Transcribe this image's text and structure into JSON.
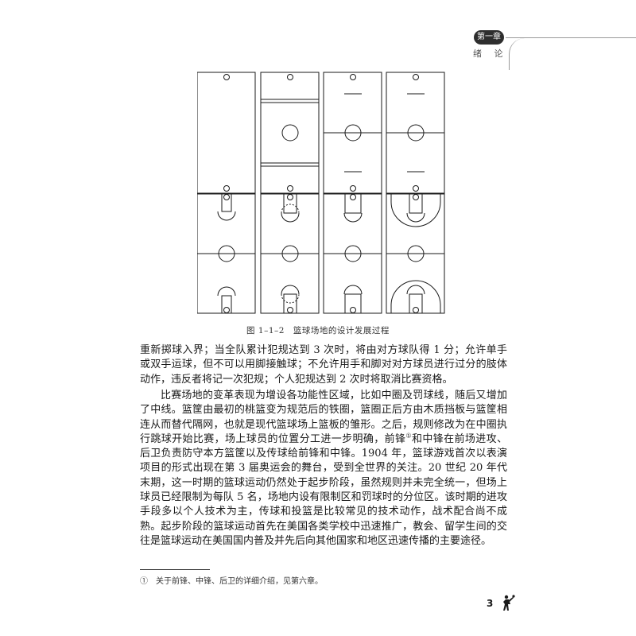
{
  "header": {
    "chapter_label": "第一章",
    "chapter_title": "绪 论"
  },
  "figure": {
    "caption": "图 1–1–2　篮球场地的设计发展过程",
    "court_stages": [
      "empty-court",
      "end-lines-and-center-circle",
      "center-line-added",
      "center-line-and-circle",
      "free-throw-lanes",
      "free-throw-with-dashed-circle",
      "marked-lanes",
      "three-point-arcs"
    ]
  },
  "body": {
    "paragraph_1": "重新掷球入界；当全队累计犯规达到 3 次时，将由对方球队得 1 分；允许单手或双手运球，但不可以用脚接触球；不允许用手和脚对对方球员进行过分的肢体动作，违反者将记一次犯规；个人犯规达到 2 次时将取消比赛资格。",
    "paragraph_2_a": "比赛场地的变革表现为增设各功能性区域，比如中圈及罚球线，随后又增加了中线。篮筐由最初的桃篮变为规范后的铁圈，篮圈正后方由木质挡板与篮筐相连从而替代隔网，也就是现代篮球场上篮板的雏形。之后，规则修改为在中圈执行跳球开始比赛，场上球员的位置分工进一步明确，前锋",
    "footnote_ref": "①",
    "paragraph_2_b": "和中锋在前场进攻、后卫负责防守本方篮筐以及传球给前锋和中锋。1904 年，篮球游戏首次以表演项目的形式出现在第 3 届奥运会的舞台，受到全世界的关注。20 世纪 20 年代末期，这一时期的篮球运动仍然处于起步阶段，虽然规则并未完全统一，但场上球员已经限制为每队 5 名，场地内设有限制区和罚球时的分位区。该时期的进攻手段多以个人技术为主，传球和投篮是比较常见的技术动作，战术配合尚不成熟。起步阶段的篮球运动首先在美国各类学校中迅速推广，教会、留学生间的交往是篮球运动在美国国内普及并先后向其他国家和地区迅速传播的主要途径。"
  },
  "footnote": {
    "text": "①　关于前锋、中锋、后卫的详细介绍，见第六章。"
  },
  "page_number": "3",
  "icons": [
    "basketball-player-icon"
  ]
}
